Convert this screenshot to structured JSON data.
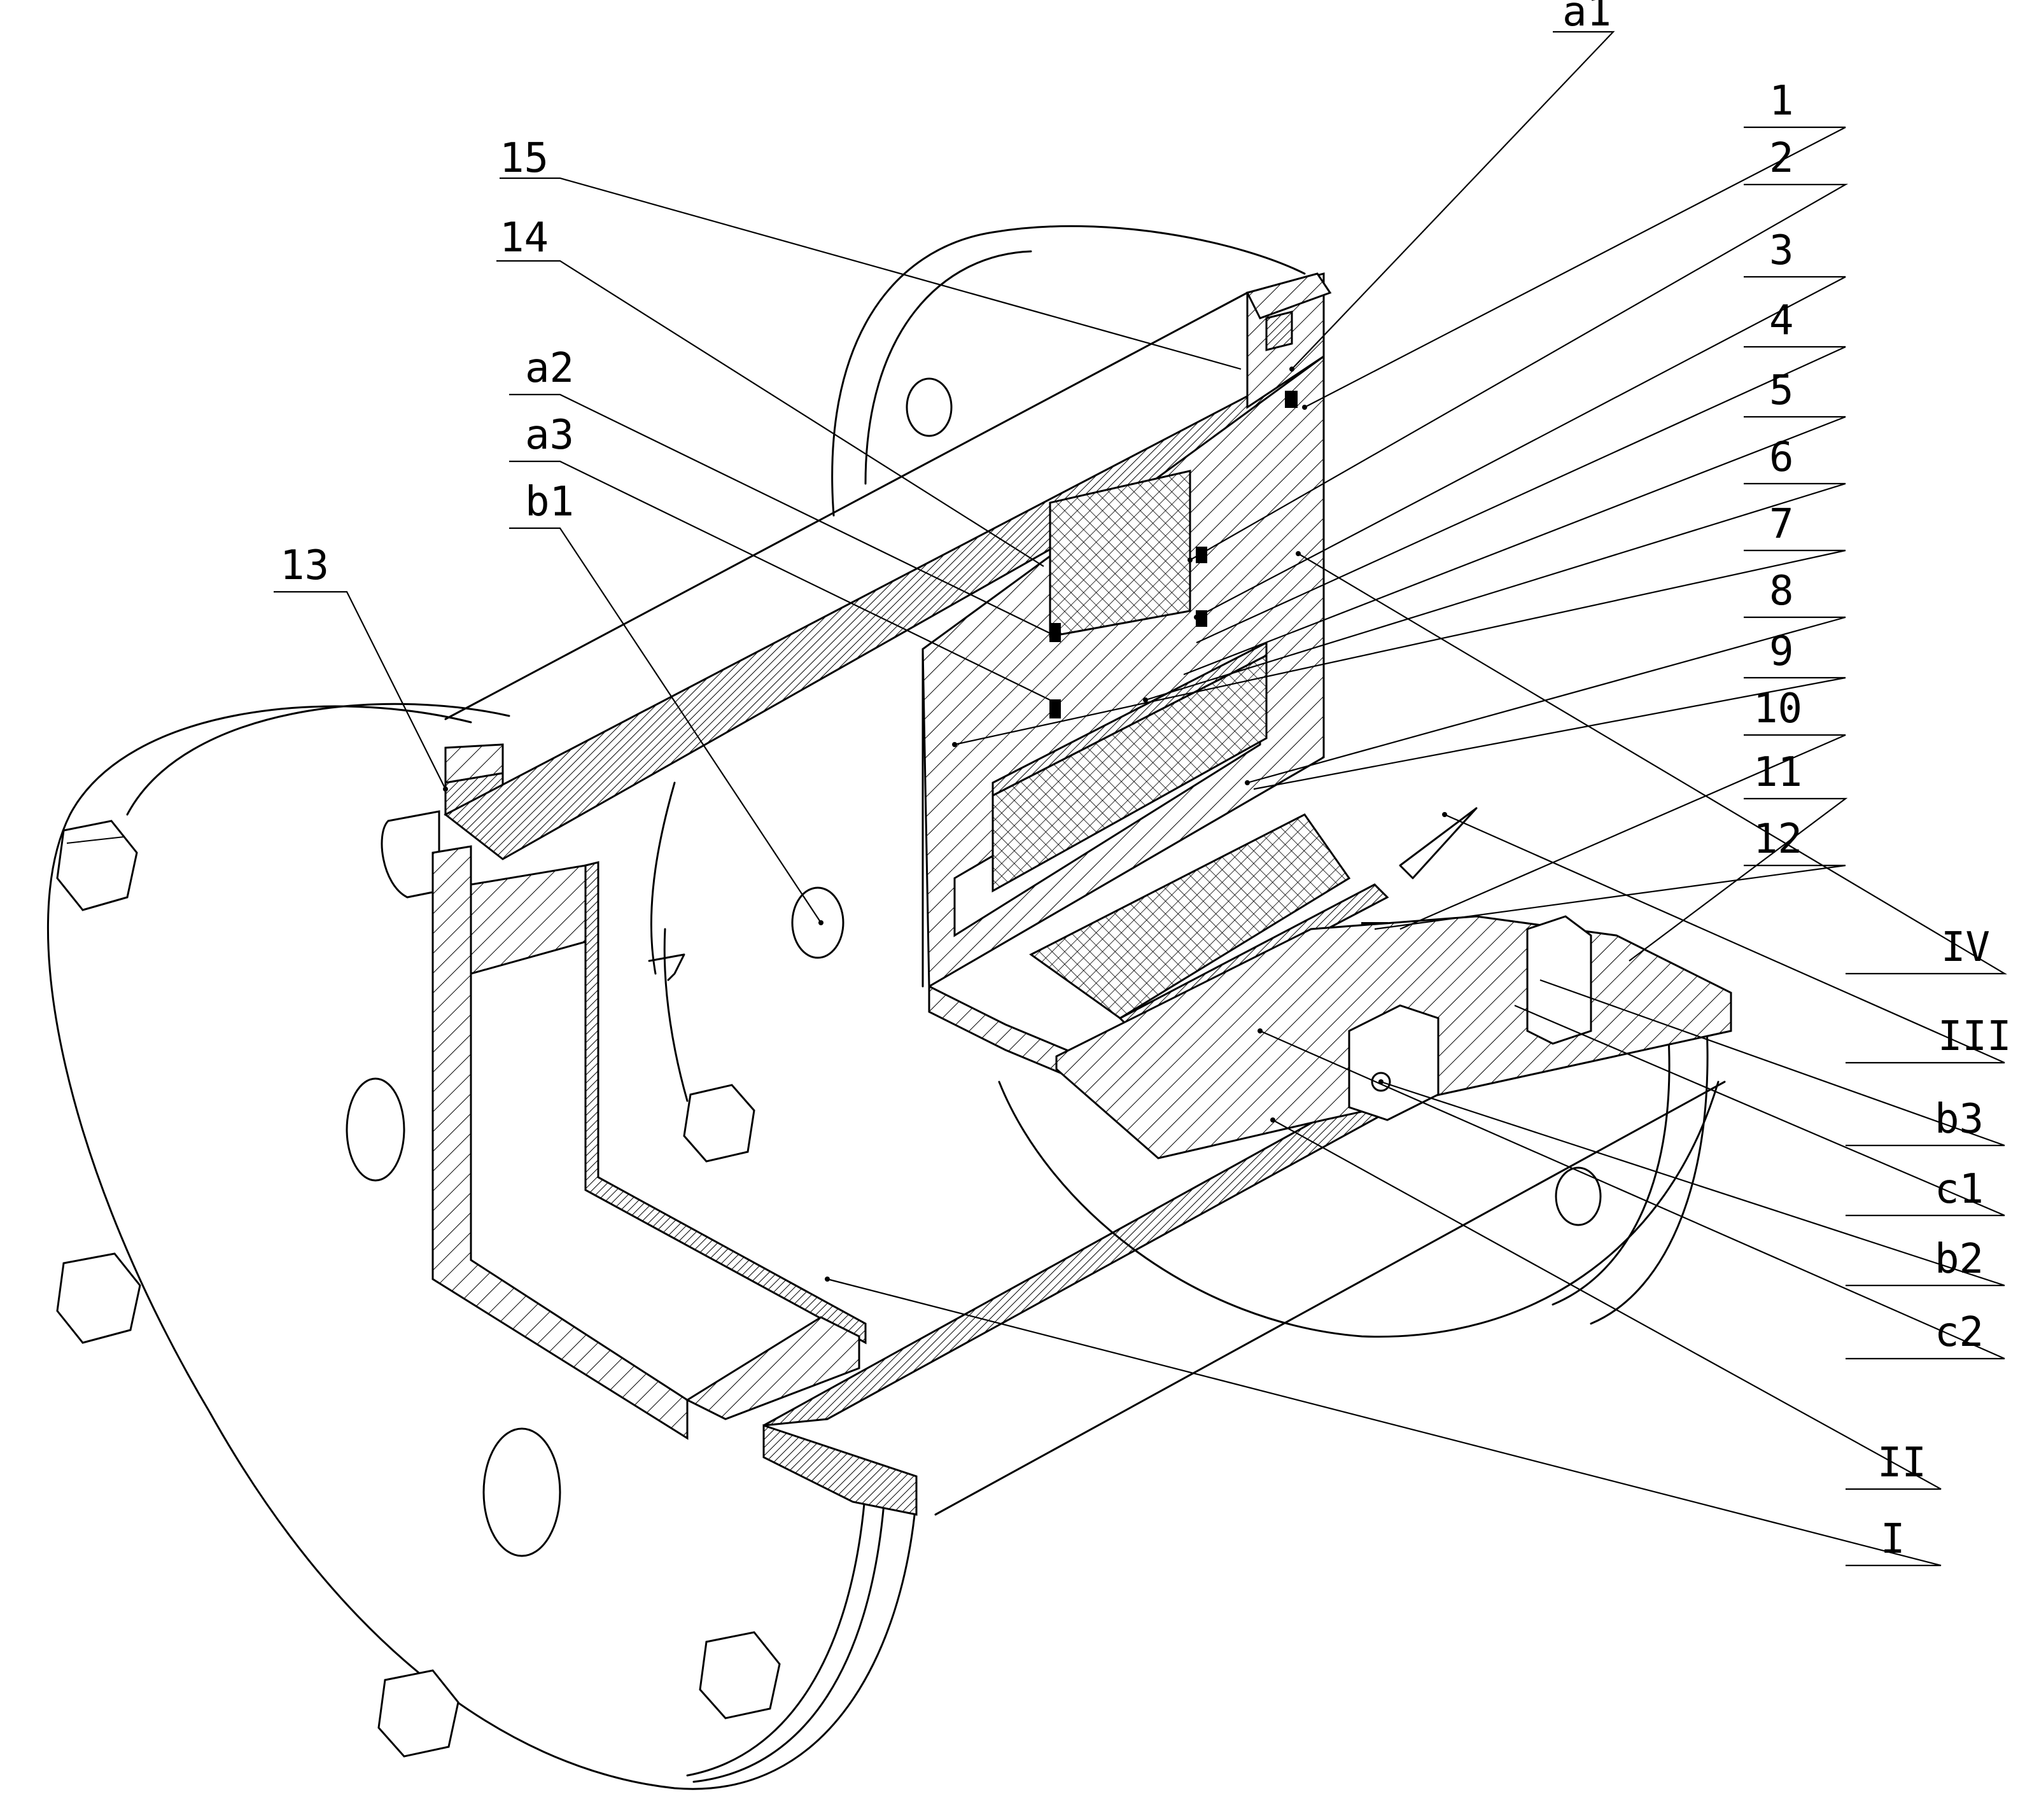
{
  "labels": {
    "a1": "a1",
    "n1": "1",
    "n2": "2",
    "n3": "3",
    "n4": "4",
    "n5": "5",
    "n6": "6",
    "n7": "7",
    "n8": "8",
    "n9": "9",
    "n10": "10",
    "n11": "11",
    "n12": "12",
    "n13": "13",
    "n14": "14",
    "n15": "15",
    "a2": "a2",
    "a3": "a3",
    "b1": "b1",
    "b2": "b2",
    "b3": "b3",
    "c1": "c1",
    "c2": "c2",
    "r1": "I",
    "r2": "II",
    "r3": "III",
    "r4": "IV"
  }
}
